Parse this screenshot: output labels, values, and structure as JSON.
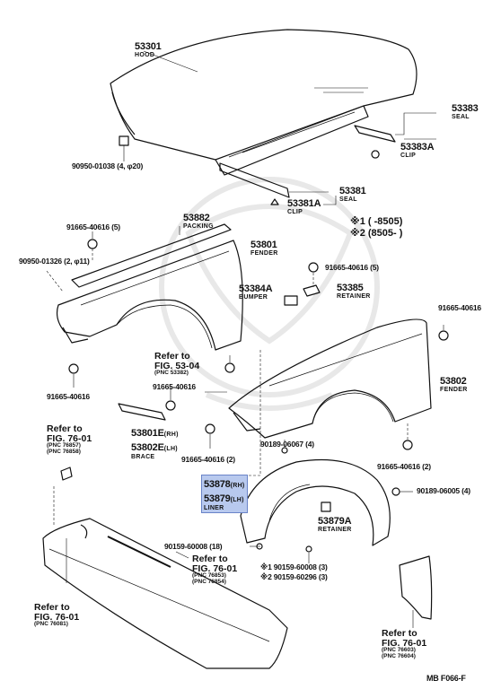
{
  "diagram_code": "MB  F066-F",
  "legend": {
    "line1": "※1 (      -8505)",
    "line2": "※2 (8505-      )"
  },
  "parts": {
    "hood": {
      "number": "53301",
      "name": "HOOD"
    },
    "seal_53383": {
      "number": "53383",
      "name": "SEAL"
    },
    "clip_53383a": {
      "number": "53383A",
      "name": "CLIP"
    },
    "seal_53381": {
      "number": "53381",
      "name": "SEAL"
    },
    "clip_53381a": {
      "number": "53381A",
      "name": "CLIP"
    },
    "packing": {
      "number": "53882",
      "name": "PACKING"
    },
    "fender_53801": {
      "number": "53801",
      "name": "FENDER"
    },
    "fender_53802": {
      "number": "53802",
      "name": "FENDER"
    },
    "bumper_53384a": {
      "number": "53384A",
      "name": "BUMPER"
    },
    "retainer_53385": {
      "number": "53385",
      "name": "RETAINER"
    },
    "brace_rh": "53801E",
    "brace_lh": "53802E",
    "brace_rh_side": "(RH)",
    "brace_lh_side": "(LH)",
    "brace_name": "BRACE",
    "liner_rh": "53878",
    "liner_lh": "53879",
    "liner_rh_side": "(RH)",
    "liner_lh_side": "(LH)",
    "liner_name": "LINER",
    "retainer_53879a": {
      "number": "53879A",
      "name": "RETAINER"
    }
  },
  "codes": {
    "c1": "90950-01038 (4, φ20)",
    "c2": "91665-40616 (5)",
    "c3": "90950-01326 (2, φ11)",
    "c4": "91665-40616 (5)",
    "c5": "91665-40616",
    "c6": "91665-40616",
    "c7": "91665-40616",
    "c8": "91665-40616 (2)",
    "c9": "90189-06067 (4)",
    "c10": "91665-40616 (2)",
    "c11": "90189-06005 (4)",
    "c12": "90159-60008 (18)",
    "c13": "※1 90159-60008 (3)",
    "c14": "※2 90159-60296 (3)"
  },
  "refs": {
    "fig5304": {
      "title": "Refer to",
      "fig": "FIG. 53-04",
      "pnc": [
        "(PNC 53382)"
      ]
    },
    "fig7601_a": {
      "title": "Refer to",
      "fig": "FIG. 76-01",
      "pnc": [
        "(PNC 76857)",
        "(PNC 76858)"
      ]
    },
    "fig7601_b": {
      "title": "Refer to",
      "fig": "FIG. 76-01",
      "pnc": [
        "(PNC 76853)",
        "(PNC 76854)"
      ]
    },
    "fig7601_c": {
      "title": "Refer to",
      "fig": "FIG. 76-01",
      "pnc": [
        "(PNC 76081)"
      ]
    },
    "fig7601_d": {
      "title": "Refer to",
      "fig": "FIG. 76-01",
      "pnc": [
        "(PNC 76603)",
        "(PNC 76604)"
      ]
    }
  },
  "colors": {
    "line": "#111111",
    "highlight": "#b8c9ee",
    "watermark": "#e6e6e6"
  }
}
